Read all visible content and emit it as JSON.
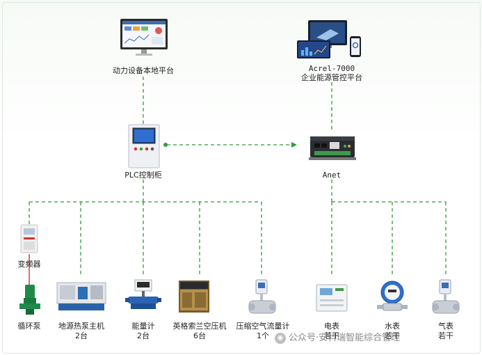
{
  "top": {
    "local_platform": "动力设备本地平台",
    "acrel_name": "Acrel-7000",
    "acrel_desc": "企业能源管控平台"
  },
  "middle": {
    "plc": "PLC控制柜",
    "anet": "Anet"
  },
  "devices": {
    "vfd": "变频器",
    "pump": "循环泵",
    "heatpump_name": "地源热泵主机",
    "heatpump_count": "2台",
    "energy_meter_name": "能量计",
    "energy_meter_count": "2台",
    "compressor_name": "英格索兰空压机",
    "compressor_count": "6台",
    "airflow_name": "压缩空气流量计",
    "airflow_count": "1个",
    "elec_name": "电表",
    "elec_count": "若干",
    "water_name": "水表",
    "water_count": "若干",
    "gas_name": "气表",
    "gas_count": "若干"
  },
  "watermark": "公众号·安科瑞智能综合管理"
}
